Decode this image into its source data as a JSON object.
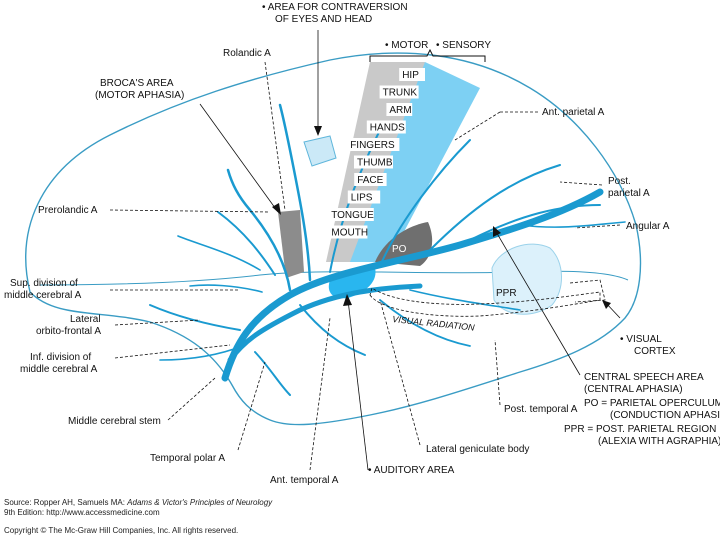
{
  "labels": {
    "area_contraversion_1": "• AREA FOR CONTRAVERSION",
    "area_contraversion_2": "OF EYES AND HEAD",
    "motor": "• MOTOR",
    "sensory": "• SENSORY",
    "rolandic": "Rolandic A",
    "broca_1": "BROCA'S AREA",
    "broca_2": "(MOTOR APHASIA)",
    "ant_parietal": "Ant. parietal A",
    "post_parietal_1": "Post.",
    "post_parietal_2": "parietal A",
    "angular": "Angular A",
    "prerolandic": "Prerolandic A",
    "sup_division_1": "Sup. division of",
    "sup_division_2": "middle cerebral A",
    "lateral_orbito_1": "Lateral",
    "lateral_orbito_2": "orbito-frontal A",
    "inf_division_1": "Inf. division of",
    "inf_division_2": "middle cerebral A",
    "middle_cerebral_stem": "Middle cerebral stem",
    "temporal_polar": "Temporal polar A",
    "ant_temporal": "Ant. temporal A",
    "auditory_area": "• AUDITORY AREA",
    "lateral_geniculate": "Lateral geniculate body",
    "post_temporal": "Post. temporal A",
    "visual_radiation": "VISUAL RADIATION",
    "visual_cortex_1": "• VISUAL",
    "visual_cortex_2": "CORTEX",
    "central_speech_1": "CENTRAL SPEECH AREA",
    "central_speech_2": "(CENTRAL APHASIA)",
    "po_def_1": "PO = PARIETAL OPERCULUM",
    "po_def_2": "(CONDUCTION APHASIA)",
    "ppr_def_1": "PPR = POST. PARIETAL REGION",
    "ppr_def_2": "(ALEXIA WITH AGRAPHIA)",
    "po": "PO",
    "ppr": "PPR"
  },
  "homunculus": [
    "HIP",
    "TRUNK",
    "ARM",
    "HANDS",
    "FINGERS",
    "THUMB",
    "FACE",
    "LIPS",
    "TONGUE",
    "MOUTH"
  ],
  "source": {
    "prefix": "Source: Ropper AH, Samuels MA: ",
    "title": "Adams & Victor's Principles of Neurology",
    "edition": "9th Edition",
    "url_text": ": http://www.accessmedicine.com",
    "copyright": "Copyright © The Mc-Graw Hill Companies, Inc. All rights reserved."
  },
  "colors": {
    "artery": "#1a9ad0",
    "outline": "#3a9cc4",
    "motor_strip": "#c9c9c9",
    "sensory_strip": "#7dd0f3",
    "dark_gray": "#8c8c8c",
    "auditory": "#29b6ef",
    "ppr_fill": "#dcf1fb",
    "eye_field": "#cbe9f7"
  }
}
